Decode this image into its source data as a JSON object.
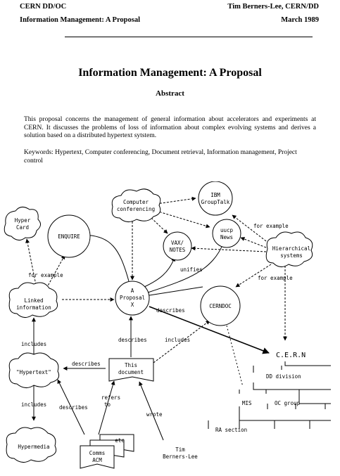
{
  "header": {
    "left_line1": "CERN DD/OC",
    "left_line2": "Information Management: A Proposal",
    "right_line1": "Tim Berners-Lee, CERN/DD",
    "right_line2": "March 1989"
  },
  "title": "Information Management: A Proposal",
  "abstract_heading": "Abstract",
  "abstract_text": "This proposal concerns the management of general information about accelerators and experiments at CERN. It discusses the problems of loss of information about complex evolving systems and derives a solution based on a distributed hypertext sytstem.",
  "keywords": "Keywords: Hypertext, Computer conferencing, Document retrieval, Information management, Project control",
  "diagram": {
    "nodes": {
      "hypercard": [
        "Hyper",
        "Card"
      ],
      "enquire": "ENQUIRE",
      "computer_conf": [
        "Computer",
        "conferencing"
      ],
      "ibm": [
        "IBM",
        "GroupTalk"
      ],
      "uucp": [
        "uucp",
        "News"
      ],
      "vax": [
        "VAX/",
        "NOTES"
      ],
      "hierarchical": [
        "Hierarchical",
        "systems"
      ],
      "linked": [
        "Linked",
        "information"
      ],
      "proposal": [
        "A",
        "Proposal",
        "X"
      ],
      "cerndoc": "CERNDOC",
      "hypertext": "\"Hypertext\"",
      "this_doc": [
        "This",
        "document"
      ],
      "hypermedia": "Hypermedia",
      "cern": "C.E.R.N",
      "dd": "DD division",
      "mis": "MIS",
      "oc": "OC group",
      "ra": "RA section",
      "etc": "etc",
      "comms": [
        "Comms",
        "ACM"
      ],
      "tim": [
        "Tim",
        "Berners-Lee"
      ]
    },
    "labels": {
      "for_example_1": "for example",
      "for_example_2": "for example",
      "for_example_3": "for example",
      "unifies": "unifies",
      "describes_1": "describes",
      "describes_2": "describes",
      "describes_3": "describes",
      "describes_4": "describes",
      "includes_1": "includes",
      "includes_2": "includes",
      "includes_3": "includes",
      "refers_to": [
        "refers",
        "to"
      ],
      "wrote": "wrote"
    }
  }
}
